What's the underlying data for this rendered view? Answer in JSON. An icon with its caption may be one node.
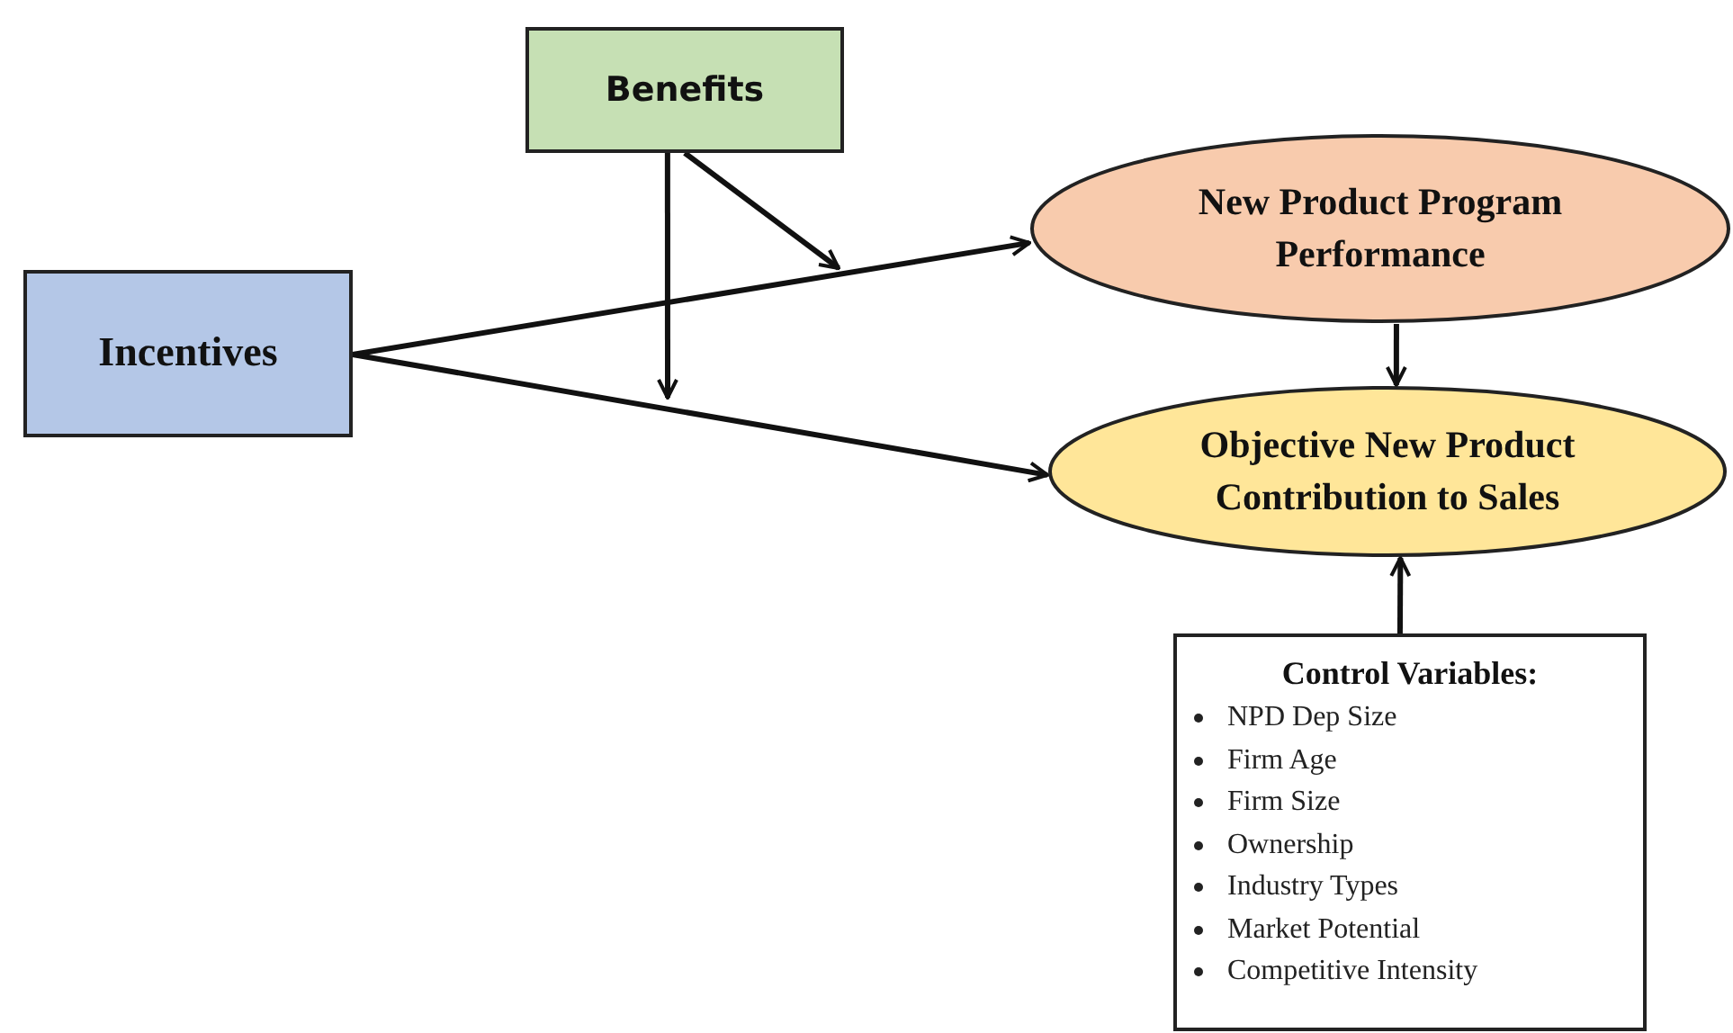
{
  "diagram": {
    "nodes": [
      {
        "text": [
          "Benefits"
        ]
      },
      {
        "text": [
          "Incentives"
        ]
      },
      {
        "text": [
          "New Product Program Performance"
        ]
      },
      {
        "text": [
          "Objective New Product Contribution to Sales"
        ]
      },
      {
        "text": [
          "Control Variables:",
          "NPD Dep Size",
          "Firm Age",
          "Firm Size",
          "Ownership",
          "Industry Types",
          "Market Potential",
          "Competitive Intensity"
        ]
      }
    ],
    "edges": [
      {
        "from": 1,
        "to": 2,
        "arrow": "to"
      },
      {
        "from": 1,
        "to": 3,
        "arrow": "to"
      },
      {
        "from": 0,
        "to": null,
        "arrow": "to"
      },
      {
        "from": 0,
        "to": null,
        "arrow": "to"
      },
      {
        "from": 2,
        "to": 3,
        "arrow": "to"
      },
      {
        "from": 4,
        "to": 3,
        "arrow": "to"
      }
    ]
  }
}
